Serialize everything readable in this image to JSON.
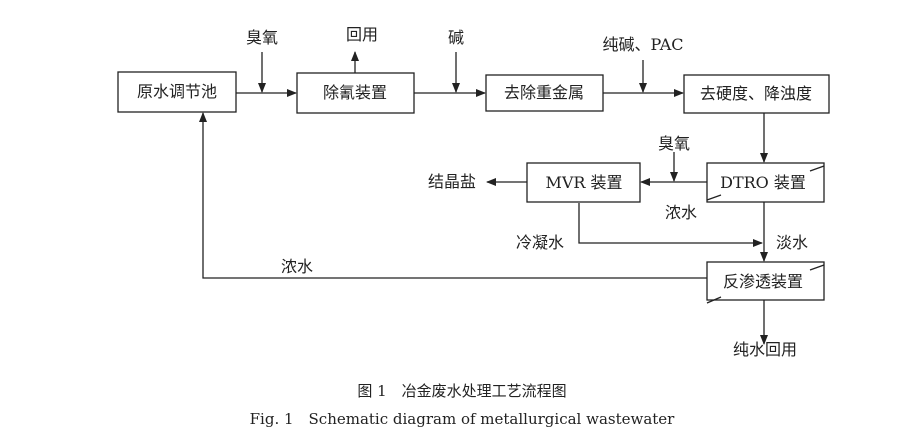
{
  "nodes": {
    "raw": "原水调节池",
    "cyanide": "除氰装置",
    "metal": "去除重金属",
    "hardness": "去硬度、降浊度",
    "dtro": "DTRO 装置",
    "mvr": "MVR 装置",
    "ro": "反渗透装置"
  },
  "labels": {
    "ozone1": "臭氧",
    "reuse": "回用",
    "alkali": "碱",
    "soda_pac": "纯碱、PAC",
    "ozone2": "臭氧",
    "salt": "结晶盐",
    "conc1": "浓水",
    "condensate": "冷凝水",
    "fresh": "淡水",
    "conc2": "浓水",
    "pure": "纯水回用"
  },
  "caption": {
    "cn": "图 1　冶金废水处理工艺流程图",
    "en": "Fig. 1　Schematic diagram of metallurgical wastewater"
  }
}
